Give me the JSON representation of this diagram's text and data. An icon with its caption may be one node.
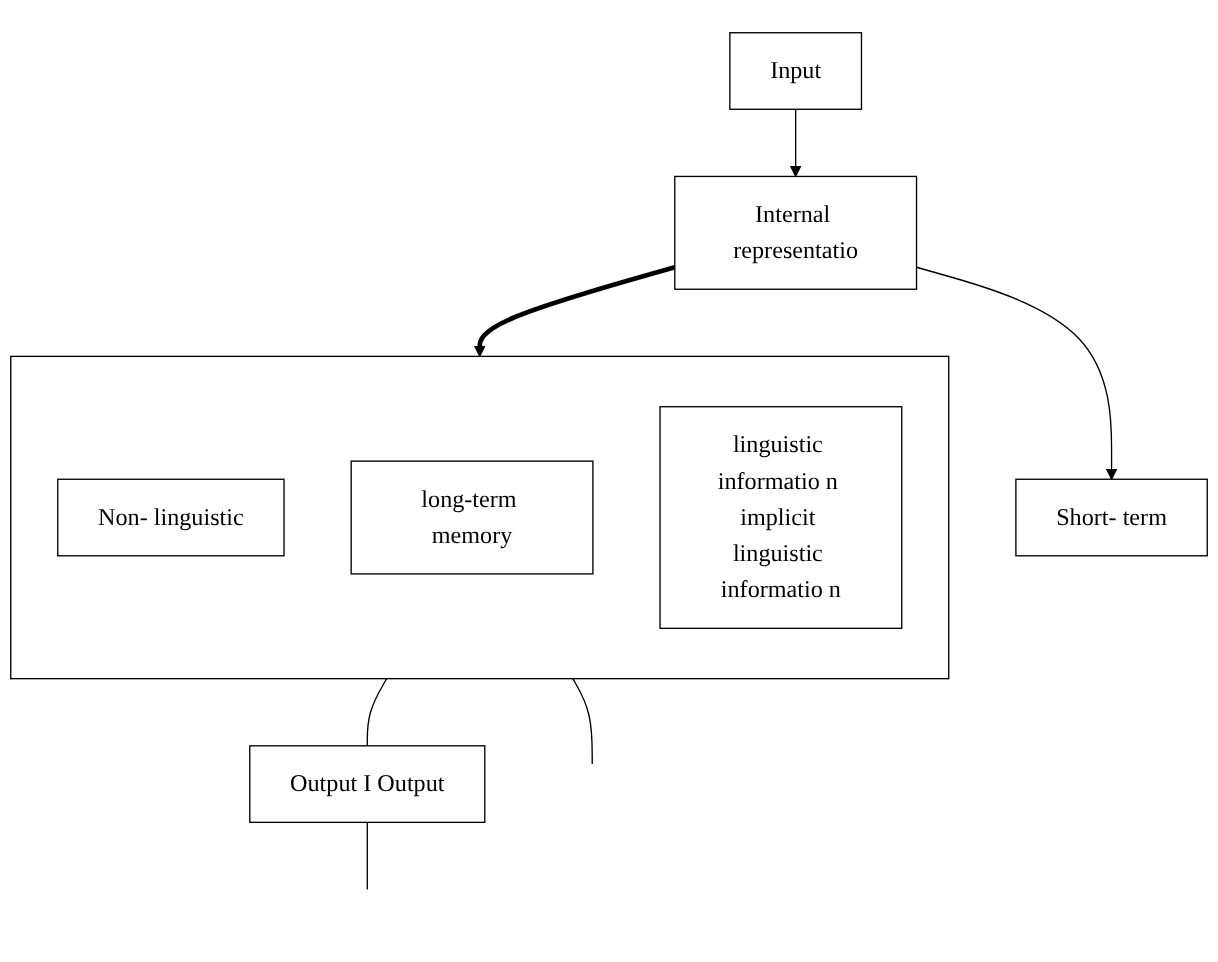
{
  "diagram": {
    "nodes": [
      {
        "text": [
          "Input"
        ]
      },
      {
        "text": [
          "Internal representatio"
        ]
      },
      {
        "text": [
          "Short- term"
        ]
      },
      {
        "text": [],
        "shape": "box"
      },
      {
        "text": [
          "Non- linguistic"
        ],
        "in": 3
      },
      {
        "text": [
          "long-term memory"
        ],
        "in": 3
      },
      {
        "text": [
          "linguistic informatio n implicit linguistic informatio n"
        ],
        "in": 3
      },
      {
        "text": [
          "Output I Output"
        ]
      }
    ],
    "edges": [
      {
        "from": 0,
        "to": 1,
        "arrow": "to"
      },
      {
        "from": 1,
        "to": 2,
        "arrow": "to"
      },
      {
        "from": 1,
        "to": 3,
        "arrow": "to",
        "style": "thick"
      },
      {
        "from": 3,
        "to": 7,
        "arrow": "none"
      },
      {
        "from": 3,
        "to": null,
        "arrow": "none"
      },
      {
        "from": 7,
        "to": null,
        "arrow": "none"
      }
    ]
  }
}
